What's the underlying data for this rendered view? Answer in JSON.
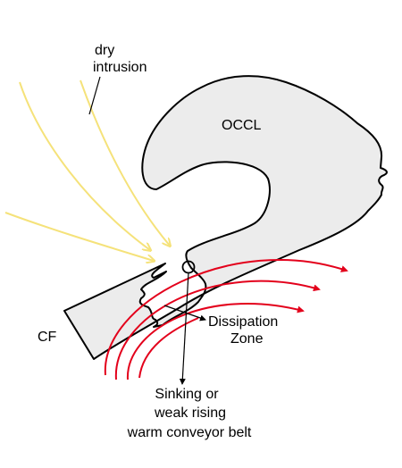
{
  "labels": {
    "dry_intrusion_line1": "dry",
    "dry_intrusion_line2": "intrusion",
    "occl": "OCCL",
    "cf": "CF",
    "dissipation_line1": "Dissipation",
    "dissipation_line2": "Zone",
    "sinking_line1": "Sinking or",
    "sinking_line2": "weak rising",
    "sinking_line3": "warm conveyor belt"
  },
  "colors": {
    "cloud_fill": "#ececec",
    "outline": "#000000",
    "dry_intrusion": "#f5e27a",
    "conveyor_belt": "#e3001b",
    "background": "#ffffff"
  }
}
